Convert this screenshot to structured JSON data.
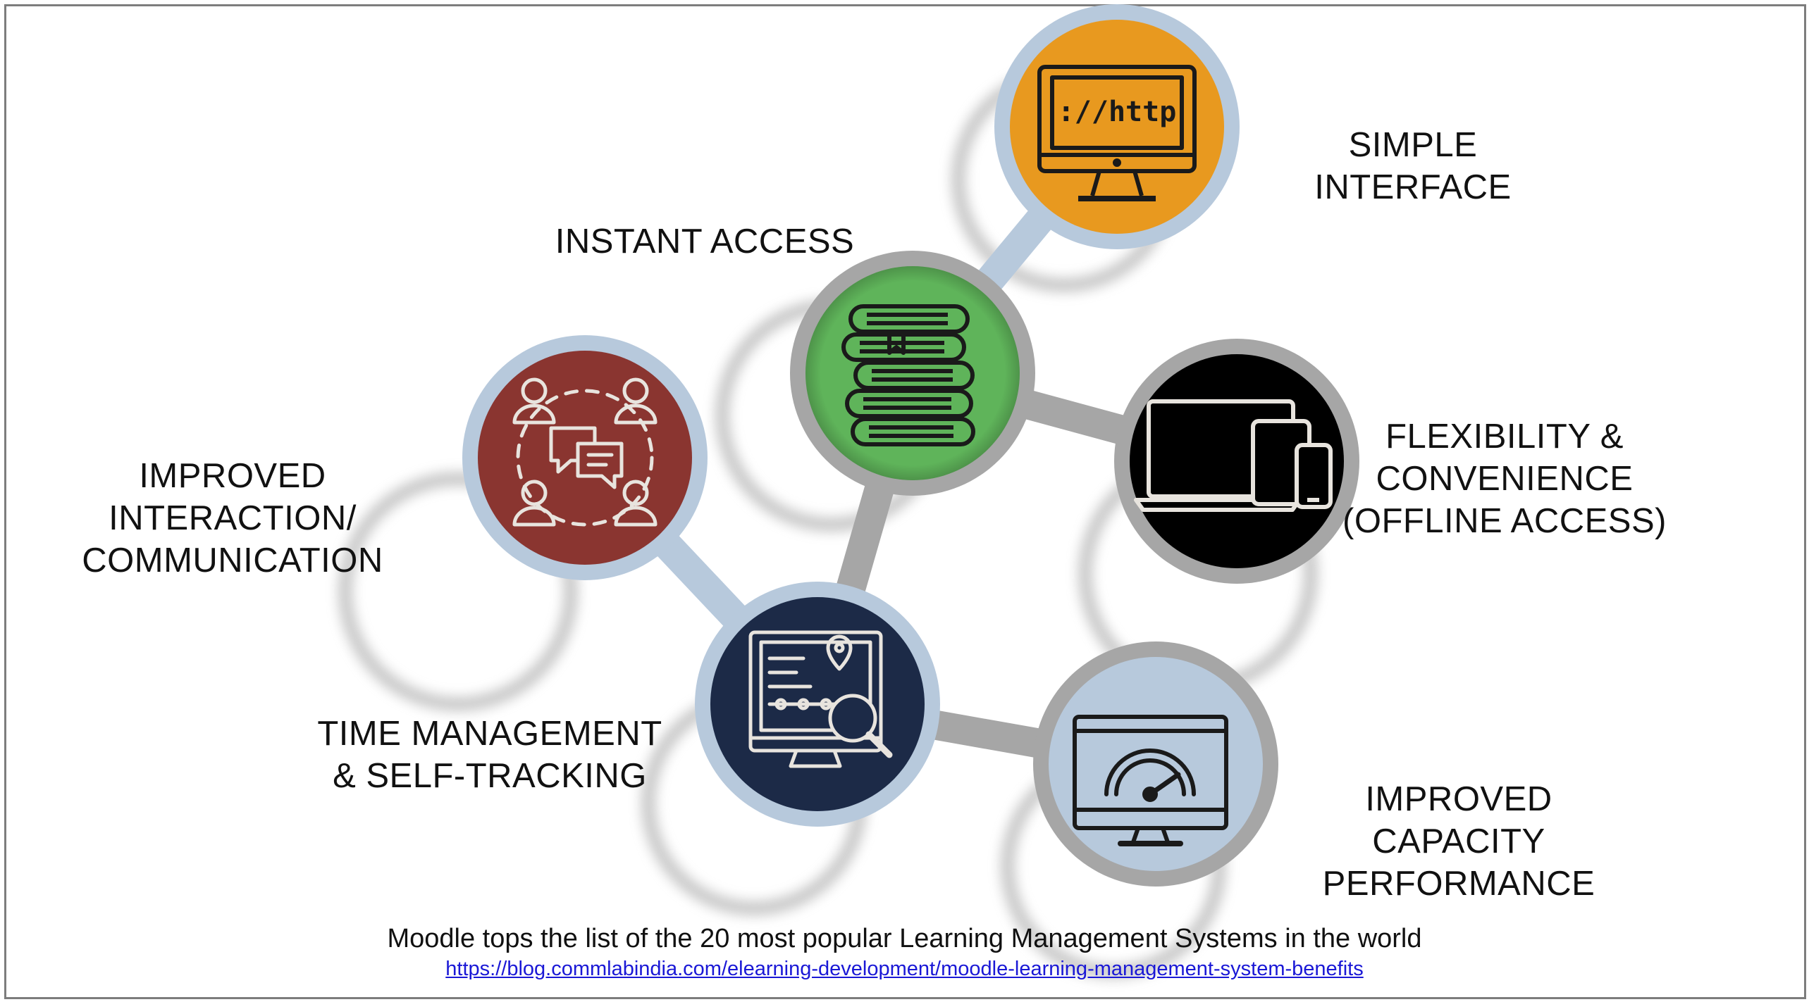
{
  "nodes": [
    {
      "id": "simple-interface",
      "label_lines": [
        "SIMPLE",
        "INTERFACE"
      ],
      "fill": "#e8991f",
      "ring": "#b7c9dc",
      "icon": "monitor-http-icon",
      "icon_text": "://http"
    },
    {
      "id": "instant-access",
      "label_lines": [
        "INSTANT ACCESS"
      ],
      "fill": "#5fb45a",
      "ring": "#a6a6a6",
      "icon": "books-stack-icon"
    },
    {
      "id": "flexibility",
      "label_lines": [
        "FLEXIBILITY &",
        "CONVENIENCE",
        "(OFFLINE ACCESS)"
      ],
      "fill": "#000000",
      "ring": "#a6a6a6",
      "icon": "devices-icon"
    },
    {
      "id": "interaction",
      "label_lines": [
        "IMPROVED",
        "INTERACTION/",
        "COMMUNICATION"
      ],
      "fill": "#8a3530",
      "ring": "#b7c9dc",
      "icon": "group-chat-icon"
    },
    {
      "id": "time-management",
      "label_lines": [
        "TIME MANAGEMENT",
        "& SELF-TRACKING"
      ],
      "fill": "#1c2a47",
      "ring": "#b7c9dc",
      "icon": "tracking-monitor-icon"
    },
    {
      "id": "capacity",
      "label_lines": [
        "IMPROVED",
        "CAPACITY",
        "PERFORMANCE"
      ],
      "fill": "#b7c9dc",
      "ring": "#a6a6a6",
      "icon": "speedometer-monitor-icon"
    }
  ],
  "caption": "Moodle tops the list of the 20 most popular Learning Management Systems in the world",
  "source_link": "https://blog.commlabindia.com/elearning-development/moodle-learning-management-system-benefits",
  "colors": {
    "connector_blue": "#b7c9dc",
    "connector_gray": "#a6a6a6",
    "shadow": "#8f8f8f",
    "icon_dark": "#1a1a1a",
    "icon_light": "#e8e4de"
  }
}
